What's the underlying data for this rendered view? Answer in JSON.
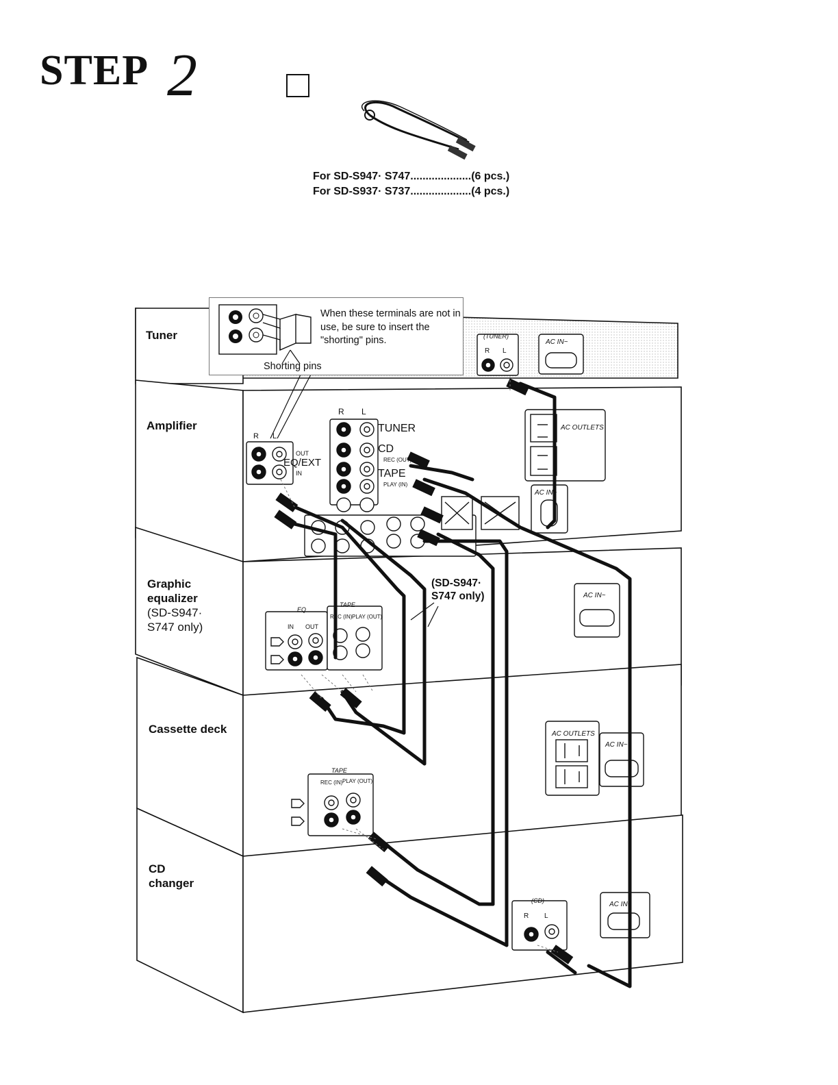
{
  "header": {
    "step_word": "STEP",
    "step_number": "2"
  },
  "cord_note": {
    "line1": "For SD-S947· S747....................(6 pcs.)",
    "line2": "For SD-S937· S737....................(4 pcs.)"
  },
  "callout": {
    "text": "When these terminals are not in use, be sure to insert the \"shorting\" pins.",
    "pins_label": "Shorting pins"
  },
  "units": {
    "tuner": "Tuner",
    "amplifier": "Amplifier",
    "eq_line1": "Graphic",
    "eq_line2": "equalizer",
    "eq_line3": "(SD-S947·",
    "eq_line4": "S747 only)",
    "cassette": "Cassette deck",
    "cd_line1": "CD",
    "cd_line2": "changer"
  },
  "terminals": {
    "R": "R",
    "L": "L",
    "tuner_group": "(TUNER)",
    "tuner": "TUNER",
    "cd": "CD",
    "rec_out": "REC (OUT)",
    "tape": "TAPE",
    "play_in": "PLAY (IN)",
    "out": "OUT",
    "eq_ext": "EQ/EXT",
    "in": "IN",
    "eq": "EQ",
    "rec_in": "REC (IN)",
    "play_out": "PLAY (OUT)",
    "cd_group": "(CD)",
    "ac_in": "AC IN~",
    "ac_outlets": "AC OUTLETS"
  },
  "note_s947": {
    "line1": "(SD-S947·",
    "line2": "S747 only)"
  },
  "colors": {
    "ink": "#111111",
    "panel": "#f4f4f4",
    "dot_tone": "#e2e2e2"
  }
}
